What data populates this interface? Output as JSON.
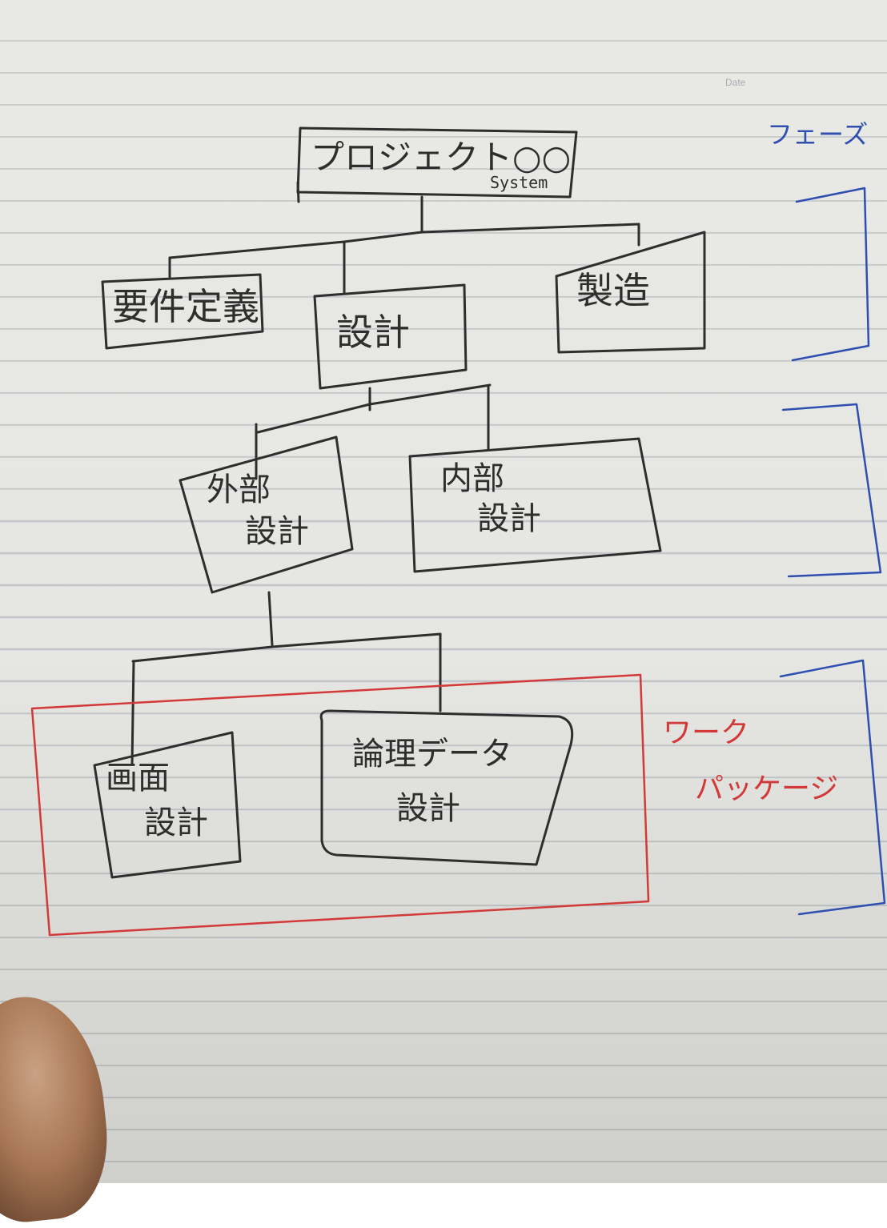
{
  "paper": {
    "date_label": "Date"
  },
  "wbs": {
    "root": {
      "title": "プロジェクト○○",
      "subtitle": "System"
    },
    "level1": [
      {
        "label": "要件定義"
      },
      {
        "label": "設計"
      },
      {
        "label": "製造"
      }
    ],
    "level2": [
      {
        "lines": [
          "外部",
          "設計"
        ]
      },
      {
        "lines": [
          "内部",
          "設計"
        ]
      }
    ],
    "level3": [
      {
        "lines": [
          "画面",
          "設計"
        ]
      },
      {
        "lines": [
          "論理データ",
          "設計"
        ]
      }
    ]
  },
  "annotations": {
    "phase_label": "フェーズ",
    "work_package_lines": [
      "ワーク",
      "パッケージ"
    ]
  },
  "colors": {
    "ink": "#2e2e2e",
    "phase": "#2f4fb0",
    "work_package": "#d23a3a",
    "paper": "#e6e6e2"
  }
}
